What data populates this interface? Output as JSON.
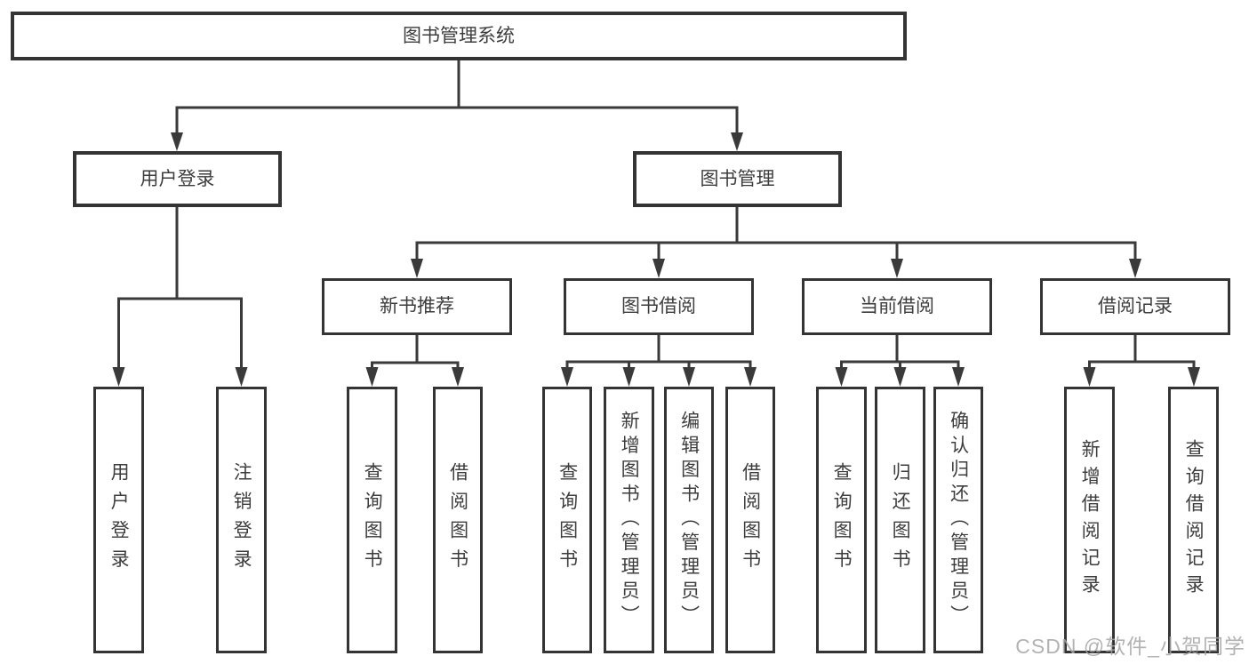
{
  "diagram": {
    "root": {
      "label": "图书管理系统"
    },
    "branches": [
      {
        "label": "用户登录",
        "children": [
          {
            "label": "用户登录"
          },
          {
            "label": "注销登录"
          }
        ]
      },
      {
        "label": "图书管理",
        "children": [
          {
            "label": "新书推荐",
            "children": [
              {
                "label": "查询图书"
              },
              {
                "label": "借阅图书"
              }
            ]
          },
          {
            "label": "图书借阅",
            "children": [
              {
                "label": "查询图书"
              },
              {
                "label": "新增图书（管理员）"
              },
              {
                "label": "编辑图书（管理员）"
              },
              {
                "label": "借阅图书"
              }
            ]
          },
          {
            "label": "当前借阅",
            "children": [
              {
                "label": "查询图书"
              },
              {
                "label": "归还图书"
              },
              {
                "label": "确认归还（管理员）"
              }
            ]
          },
          {
            "label": "借阅记录",
            "children": [
              {
                "label": "新增借阅记录"
              },
              {
                "label": "查询借阅记录"
              }
            ]
          }
        ]
      }
    ],
    "watermark": "CSDN @软件_小贺同学",
    "colors": {
      "line": "#3a3a3a",
      "text": "#3d3d3d",
      "watermark": "#a4a4a4",
      "background": "#ffffff"
    }
  }
}
